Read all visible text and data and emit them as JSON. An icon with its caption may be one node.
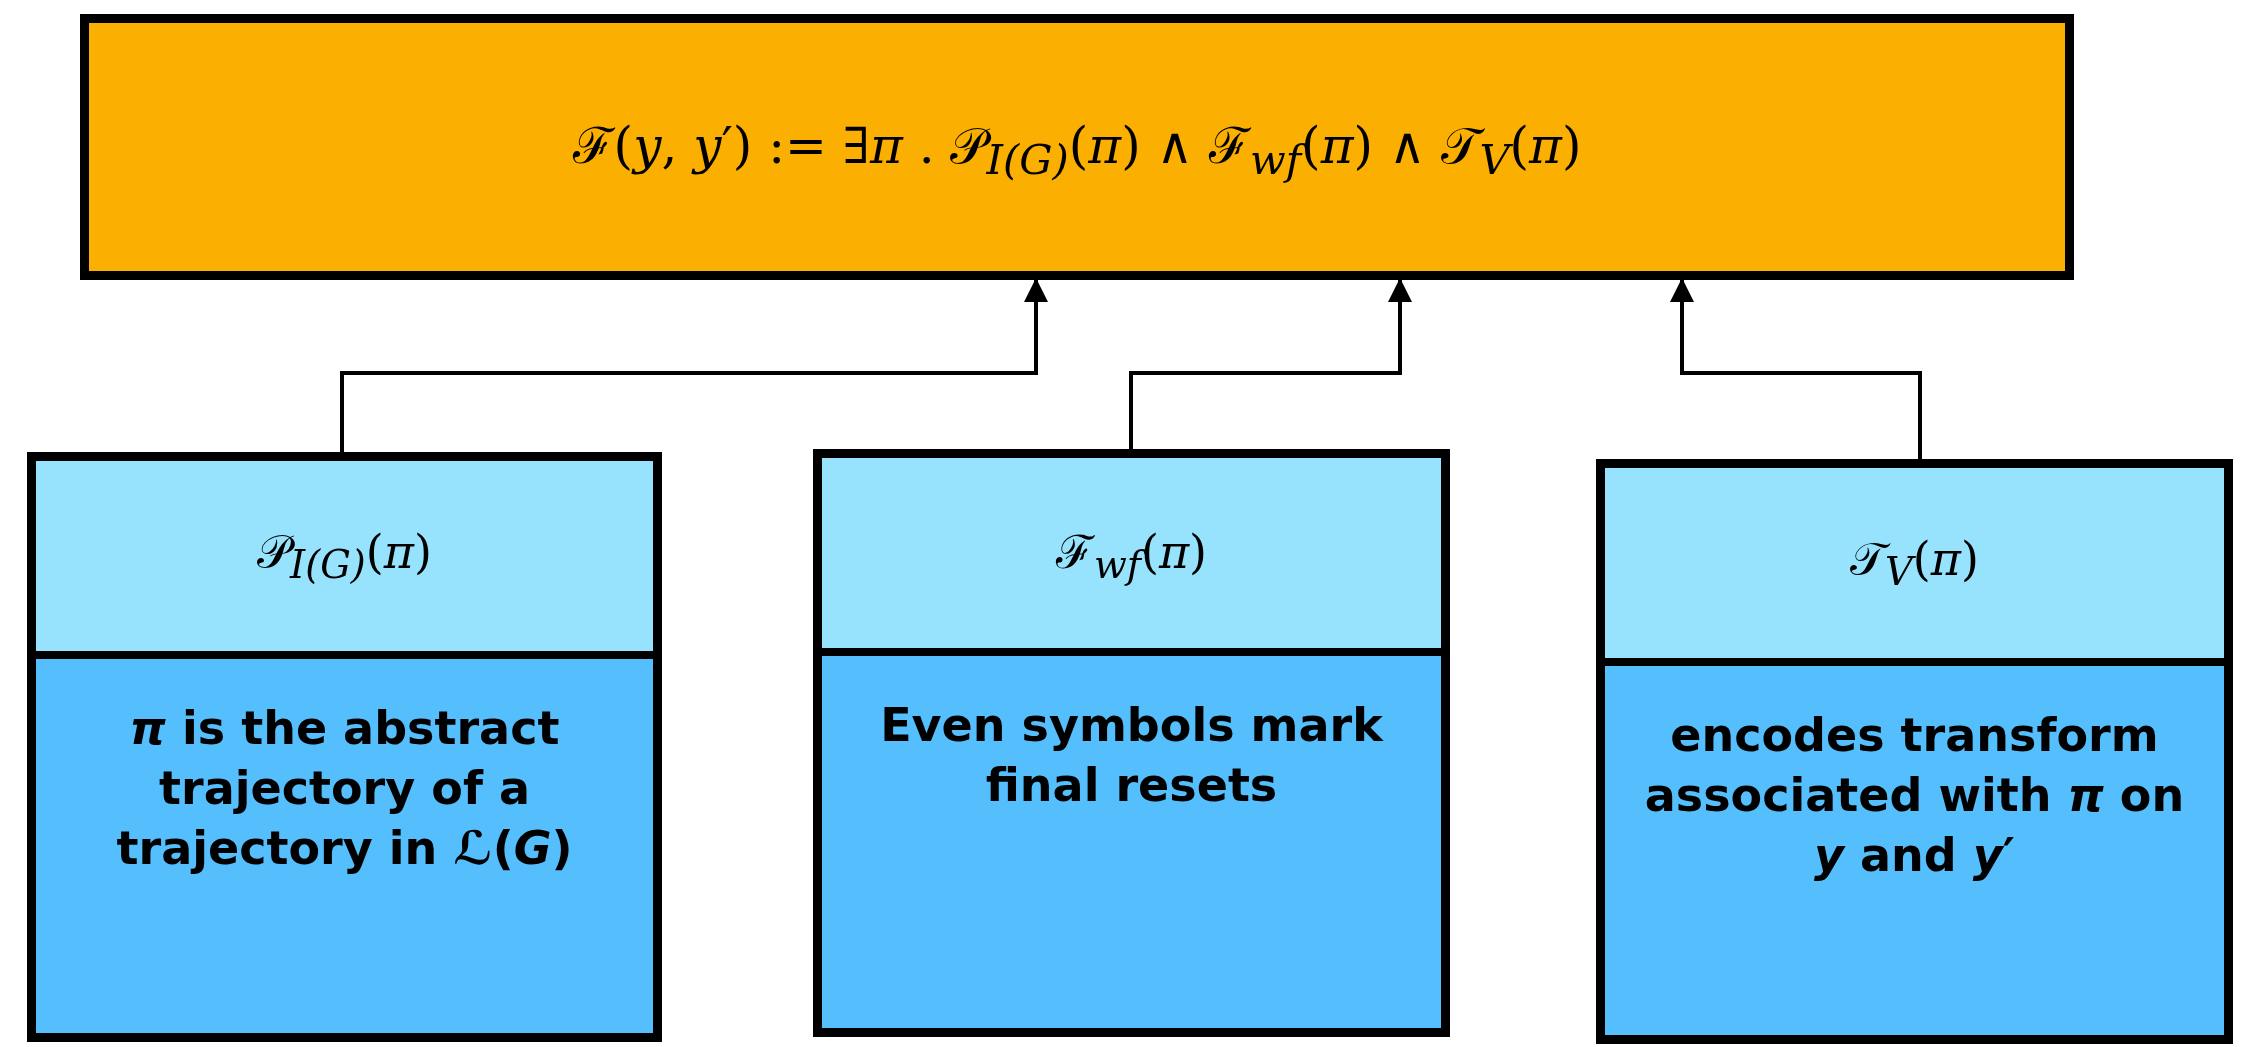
{
  "diagram": {
    "nodes": [
      {
        "text": [
          "ℱ(*y*, *y*′) := ∃*π* . 𝒫$_{I(G)}$(*π*) ∧ ℱ$_{wf}$(*π*) ∧ 𝒯$_{V}$(*π*)"
        ]
      },
      {
        "text": [
          "𝒫$_{I(G)}$(*π*)",
          "*π* is the abstract trajectory of a trajectory in ℒ(*G*)"
        ]
      },
      {
        "text": [
          "ℱ$_{wf}$(*π*)",
          "Even symbols mark final resets"
        ]
      },
      {
        "text": [
          "𝒯$_{V}$(*π*)",
          "encodes transform associated with *π* on *y* and *y*′"
        ]
      }
    ],
    "edges": [
      {
        "from": 1,
        "to": 0,
        "arrow": "to"
      },
      {
        "from": 2,
        "to": 0,
        "arrow": "to"
      },
      {
        "from": 3,
        "to": 0,
        "arrow": "to"
      }
    ]
  }
}
